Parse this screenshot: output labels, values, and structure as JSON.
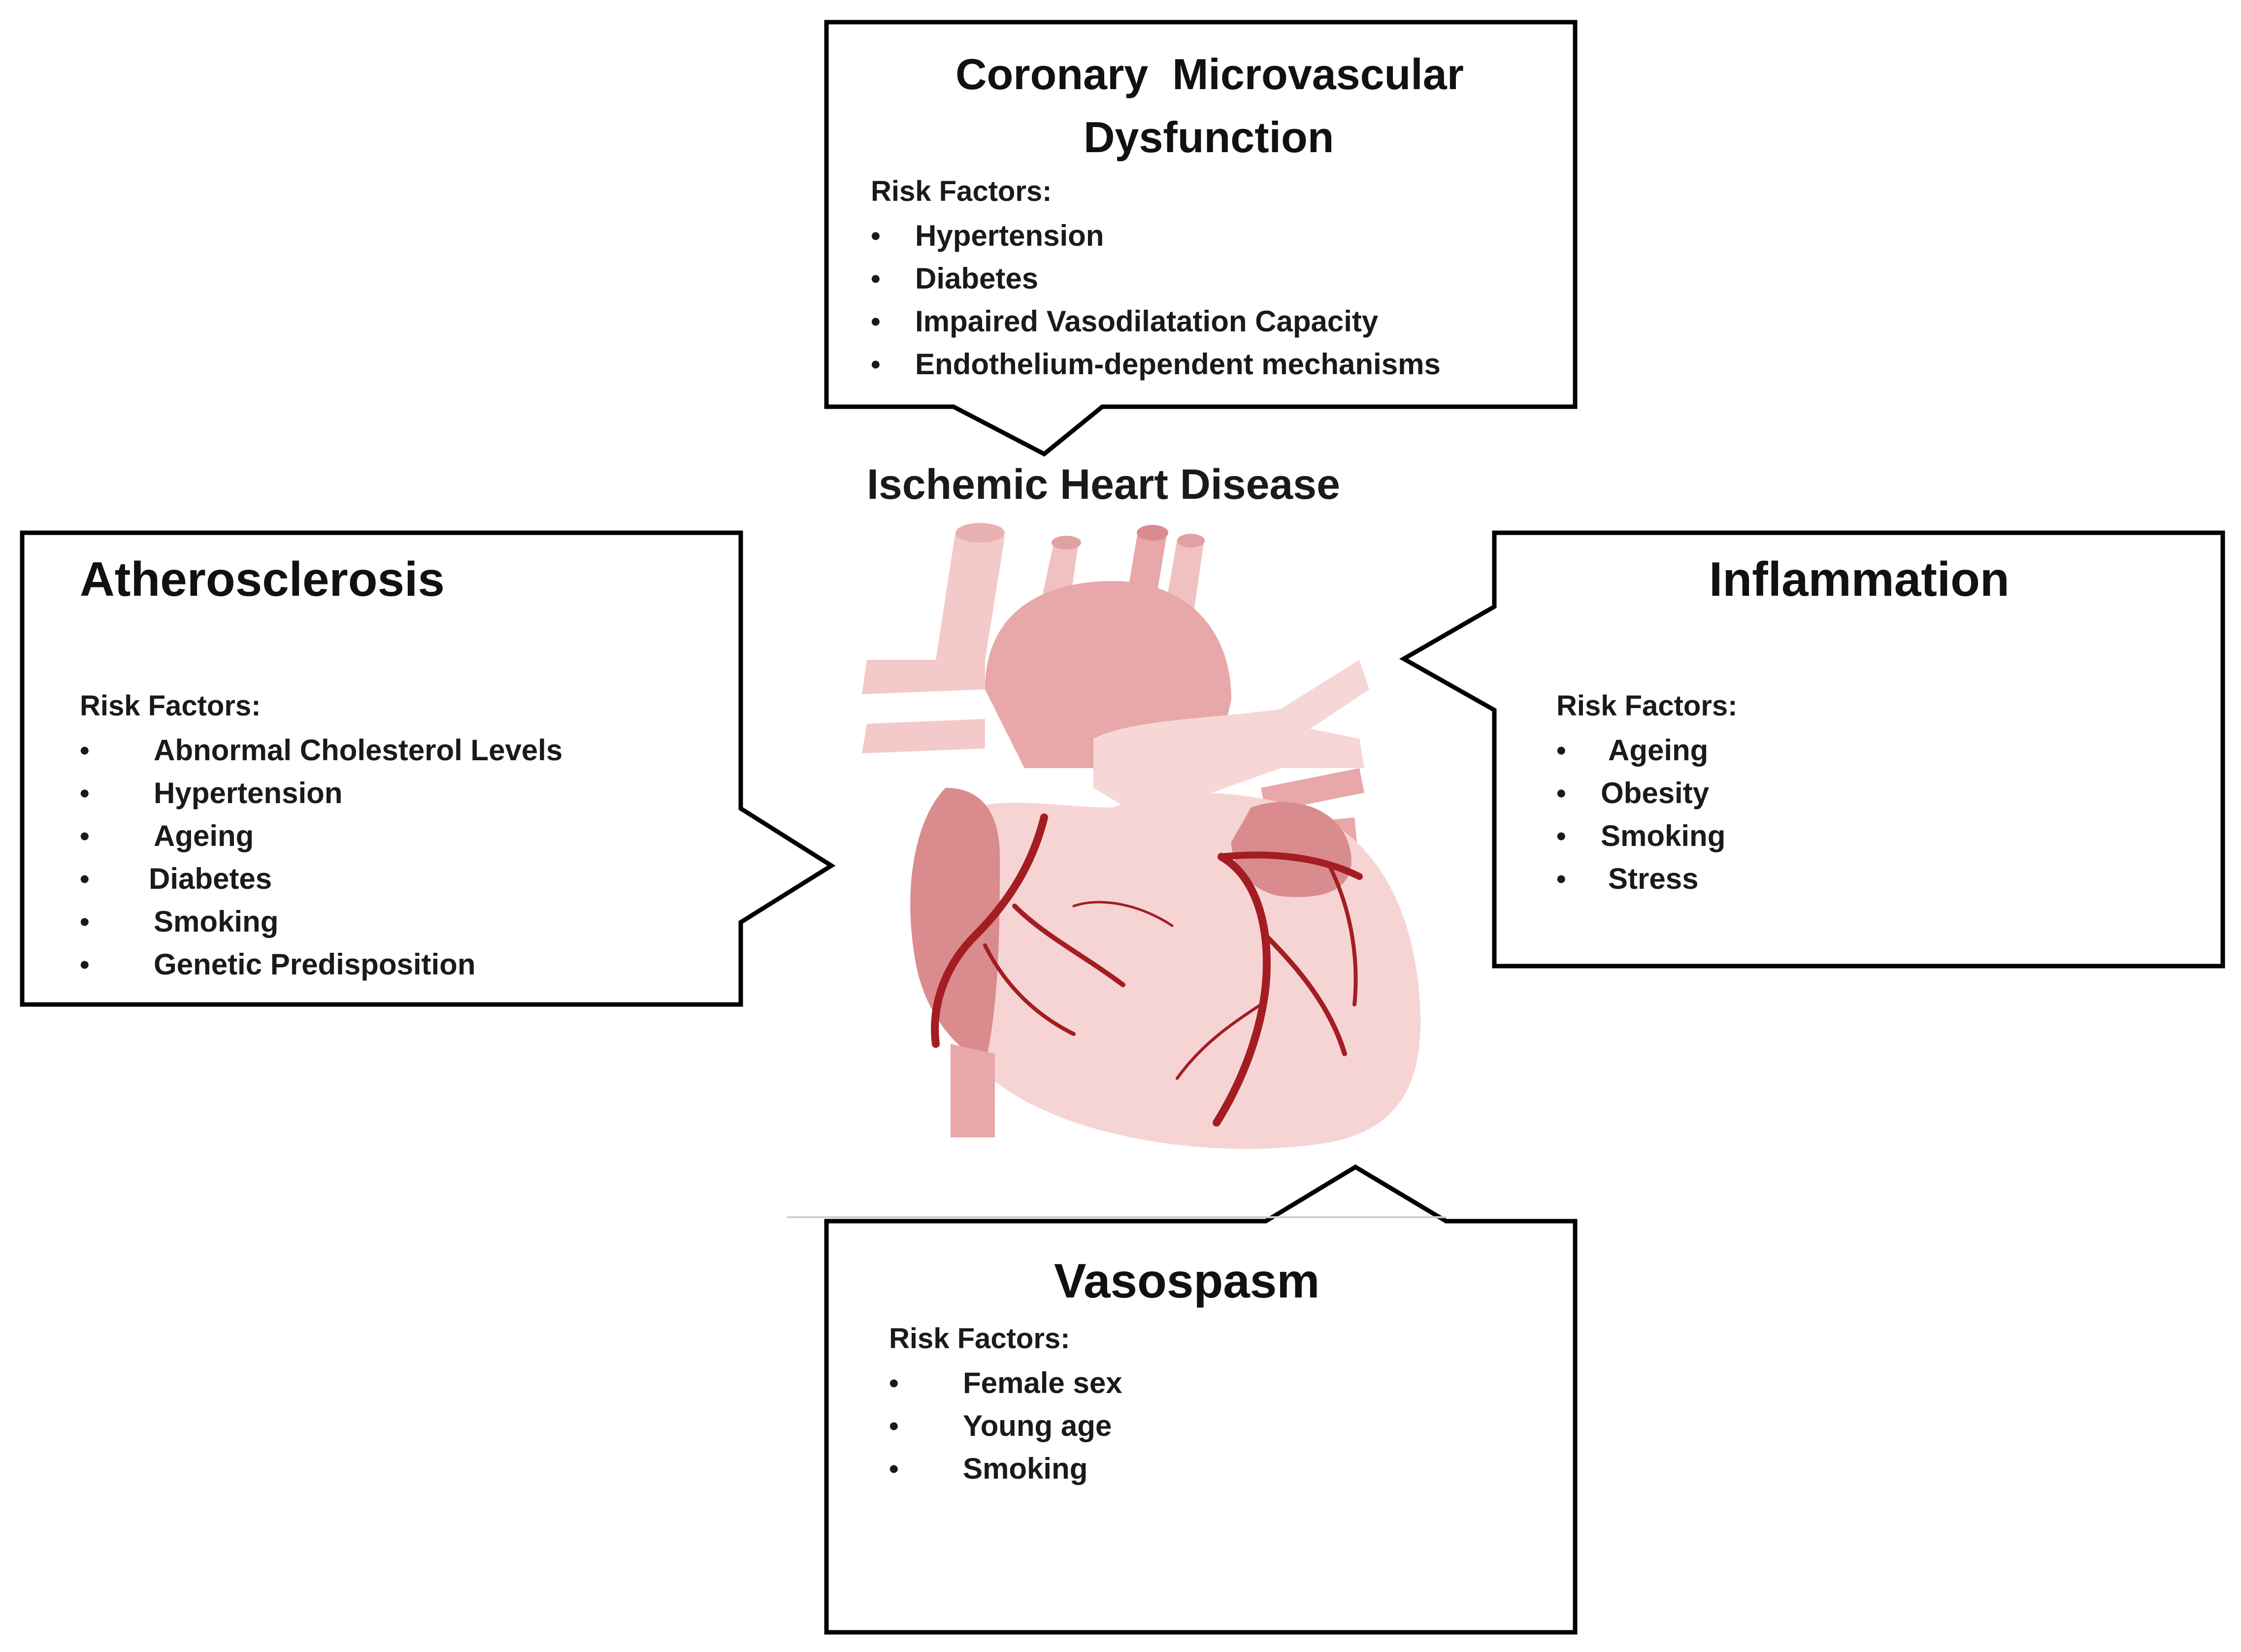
{
  "center": {
    "title": "Ischemic Heart Disease",
    "illustration": "heart-anatomy-illustration"
  },
  "boxes": {
    "cmd": {
      "title_line1": "Coronary  Microvascular",
      "title_line2": "Dysfunction",
      "risk_label": "Risk Factors:",
      "items": [
        "Hypertension",
        "Diabetes",
        "Impaired Vasodilatation Capacity",
        "Endothelium-dependent mechanisms"
      ]
    },
    "atherosclerosis": {
      "title": "Atherosclerosis",
      "risk_label": "Risk Factors:",
      "items": [
        "Abnormal Cholesterol Levels",
        "Hypertension",
        "Ageing",
        "Diabetes",
        "Smoking",
        "Genetic Predisposition"
      ]
    },
    "inflammation": {
      "title": "Inflammation",
      "risk_label": "Risk Factors:",
      "items": [
        "Ageing",
        "Obesity",
        "Smoking",
        "Stress"
      ]
    },
    "vasospasm": {
      "title": "Vasospasm",
      "risk_label": "Risk Factors:",
      "items": [
        "Female sex",
        "Young age",
        "Smoking"
      ]
    }
  },
  "bullet_symbol": "•",
  "colors": {
    "outline": "#000000",
    "heart_light": "#f4c9c9",
    "heart_mid": "#e8a7a8",
    "heart_dark": "#d98b8e",
    "artery": "#a31d22"
  }
}
